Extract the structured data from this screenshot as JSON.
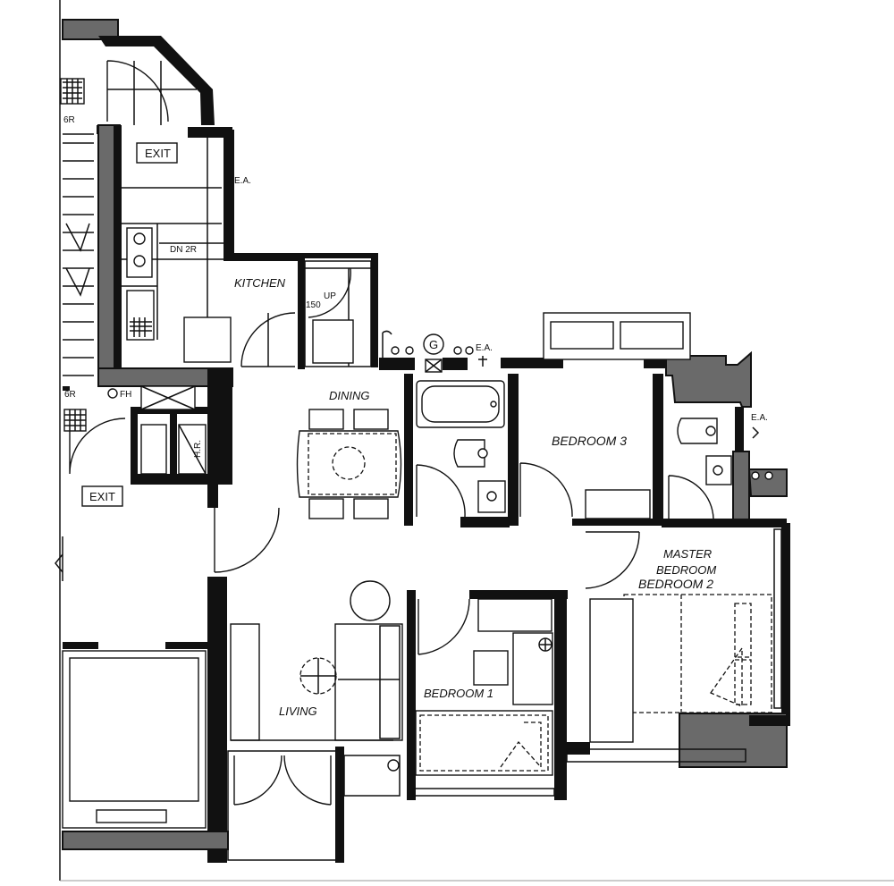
{
  "plan": {
    "rooms": {
      "kitchen": "KITCHEN",
      "dining": "DINING",
      "living": "LIVING",
      "bedroom1": "BEDROOM 1",
      "bedroom2": "BEDROOM 2",
      "bedroom3": "BEDROOM 3",
      "master_line1": "MASTER",
      "master_line2": "BEDROOM"
    },
    "signs": {
      "exit_top": "EXIT",
      "exit_left": "EXIT"
    },
    "notes": {
      "six_r_top": "6R",
      "six_r_mid": "6R",
      "dn_2r": "DN 2R",
      "up": "UP",
      "n150": "150",
      "fh": "FH",
      "hr": "H.R.",
      "ea_top": "E.A.",
      "ea_center": "E.A.",
      "ea_right": "E.A.",
      "gas": "G"
    }
  }
}
